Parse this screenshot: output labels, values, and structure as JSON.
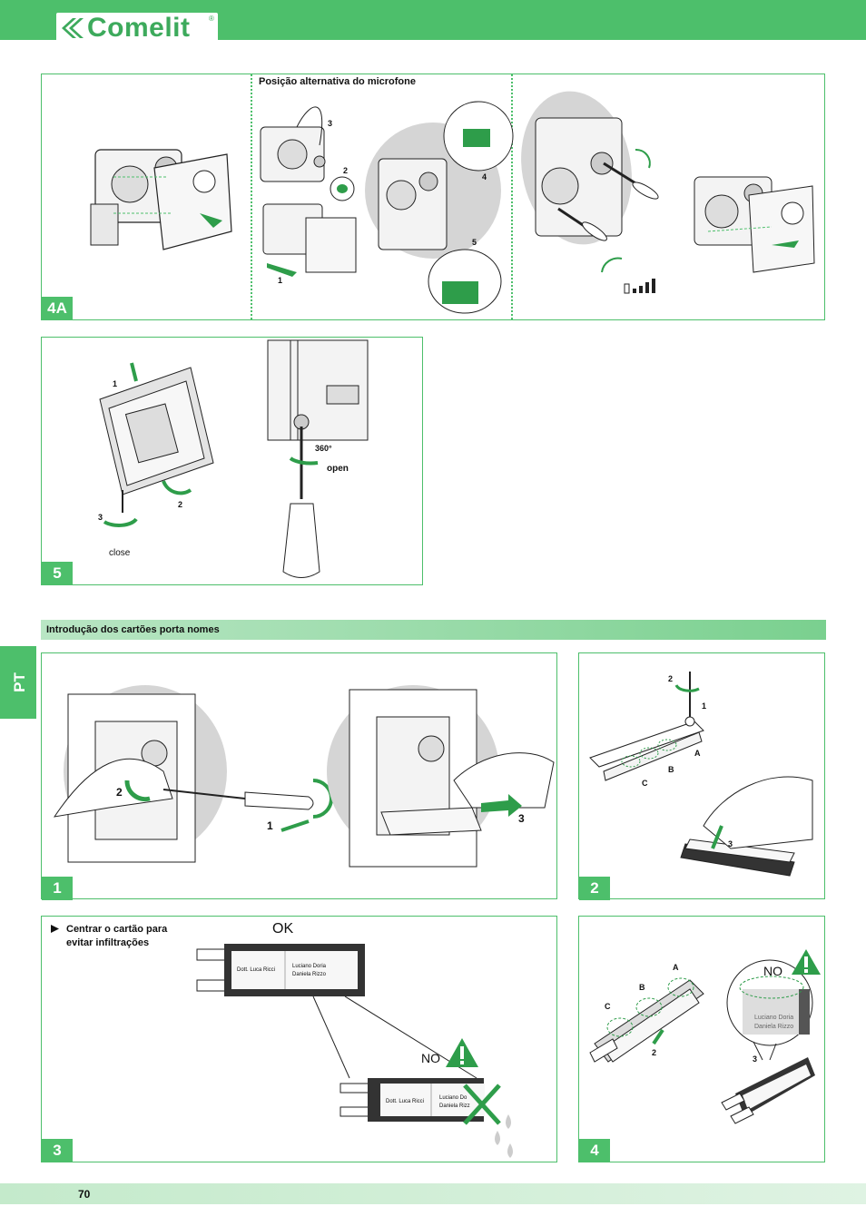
{
  "header": {
    "brand": "Comelit",
    "reg_mark": "®"
  },
  "panel_4a": {
    "badge": "4A",
    "caption": "Posição alternativa do microfone",
    "step_numbers": [
      "1",
      "2",
      "3",
      "4",
      "5"
    ]
  },
  "panel_5": {
    "badge": "5",
    "labels": {
      "n1": "1",
      "n2": "2",
      "n3": "3",
      "close": "close",
      "angle": "360°",
      "open": "open"
    }
  },
  "section": {
    "title": "Introdução dos cartões porta nomes"
  },
  "side_tab": {
    "label": "PT"
  },
  "panel_1": {
    "badge": "1",
    "n1": "1",
    "n2": "2",
    "n3": "3"
  },
  "panel_2": {
    "badge": "2",
    "n1": "1",
    "n2": "2",
    "n3": "3",
    "A": "A",
    "B": "B",
    "C": "C"
  },
  "panel_3": {
    "badge": "3",
    "instruction": "Centrar o cartão para evitar infiltrações",
    "ok_label": "OK",
    "no_label": "NO",
    "card_left": "Dott. Luca Ricci",
    "card_right_1": "Luciano Doria",
    "card_right_2": "Daniela Rizzo",
    "card_right_1_cut": "Luciano Do",
    "card_right_2_cut": "Daniela Rizz"
  },
  "panel_4": {
    "badge": "4",
    "no_label": "NO",
    "A": "A",
    "B": "B",
    "C": "C",
    "n2": "2",
    "n3": "3",
    "zoom_name_1": "Luciano Doria",
    "zoom_name_2": "Daniela Rizzo"
  },
  "footer": {
    "page_number": "70"
  },
  "colors": {
    "brand_green": "#4dbf6b",
    "warning_green": "#2e9d4a"
  }
}
